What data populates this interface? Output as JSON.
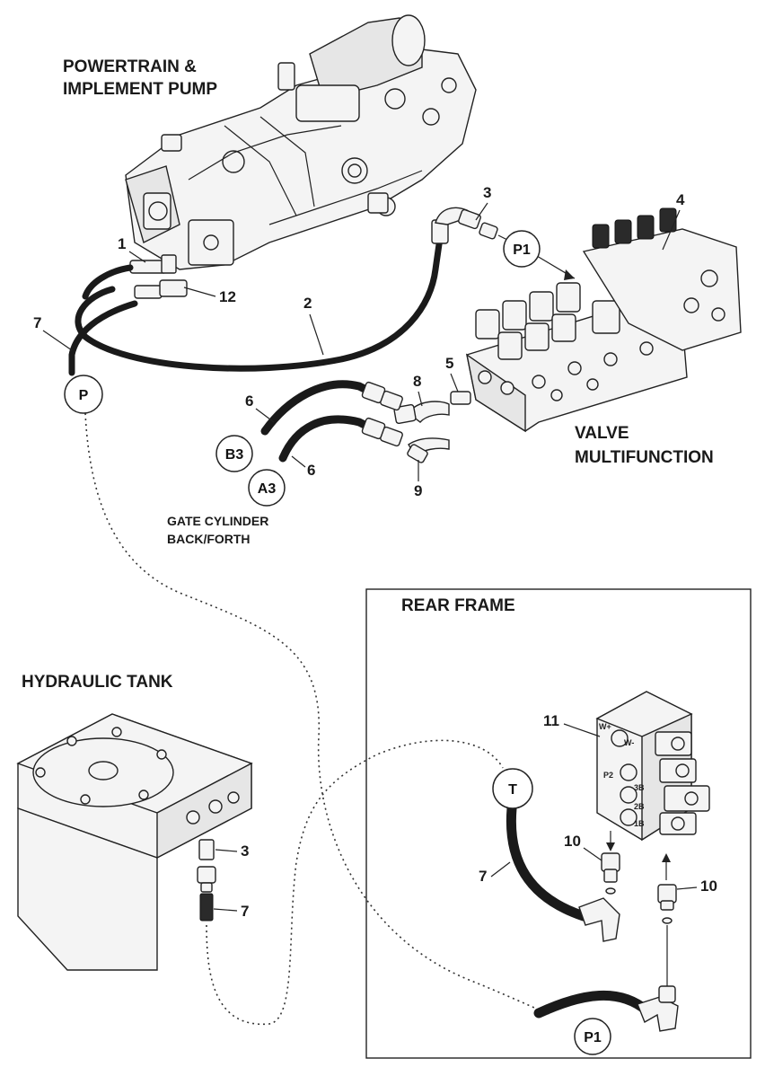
{
  "labels": {
    "pump_title_line1": "POWERTRAIN &",
    "pump_title_line2": "IMPLEMENT PUMP",
    "valve_title_line1": "VALVE",
    "valve_title_line2": "MULTIFUNCTION",
    "gate_line1": "GATE CYLINDER",
    "gate_line2": "BACK/FORTH",
    "rear_frame": "REAR FRAME",
    "hydraulic_tank": "HYDRAULIC TANK"
  },
  "callouts": {
    "n1": "1",
    "n2": "2",
    "n3_top": "3",
    "n4": "4",
    "n5": "5",
    "n6_a": "6",
    "n6_b": "6",
    "n7_left": "7",
    "n8": "8",
    "n9": "9",
    "n12": "12",
    "n3_tank": "3",
    "n7_tank": "7",
    "n11": "11",
    "n10_left": "10",
    "n10_right": "10",
    "n7_rear": "7"
  },
  "circles": {
    "p1_top": "P1",
    "p_left": "P",
    "b3": "B3",
    "a3": "A3",
    "t": "T",
    "p1_bottom": "P1"
  },
  "manifold_ports": {
    "w_plus": "W+",
    "w_minus": "W-",
    "p2": "P2",
    "p3b": "3B",
    "p2b": "2B",
    "p1b": "1B"
  }
}
